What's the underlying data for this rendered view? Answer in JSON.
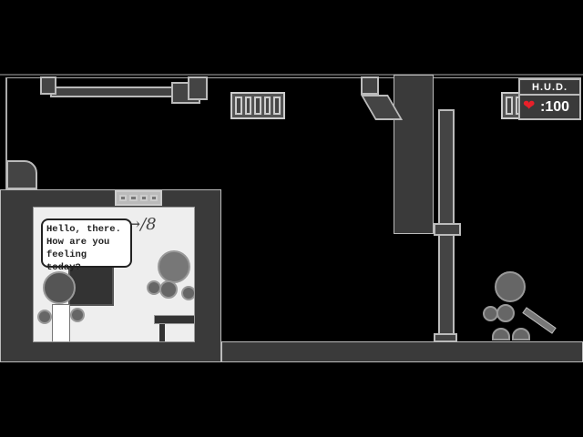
{
  "hud": {
    "title": "H.U.D.",
    "health": "100",
    "health_icon": "heart-icon",
    "heart_color": "#e8202a"
  },
  "dialogue": {
    "text": "Hello, there. How are you feeling today?"
  },
  "graffiti": {
    "text": "→/8"
  }
}
